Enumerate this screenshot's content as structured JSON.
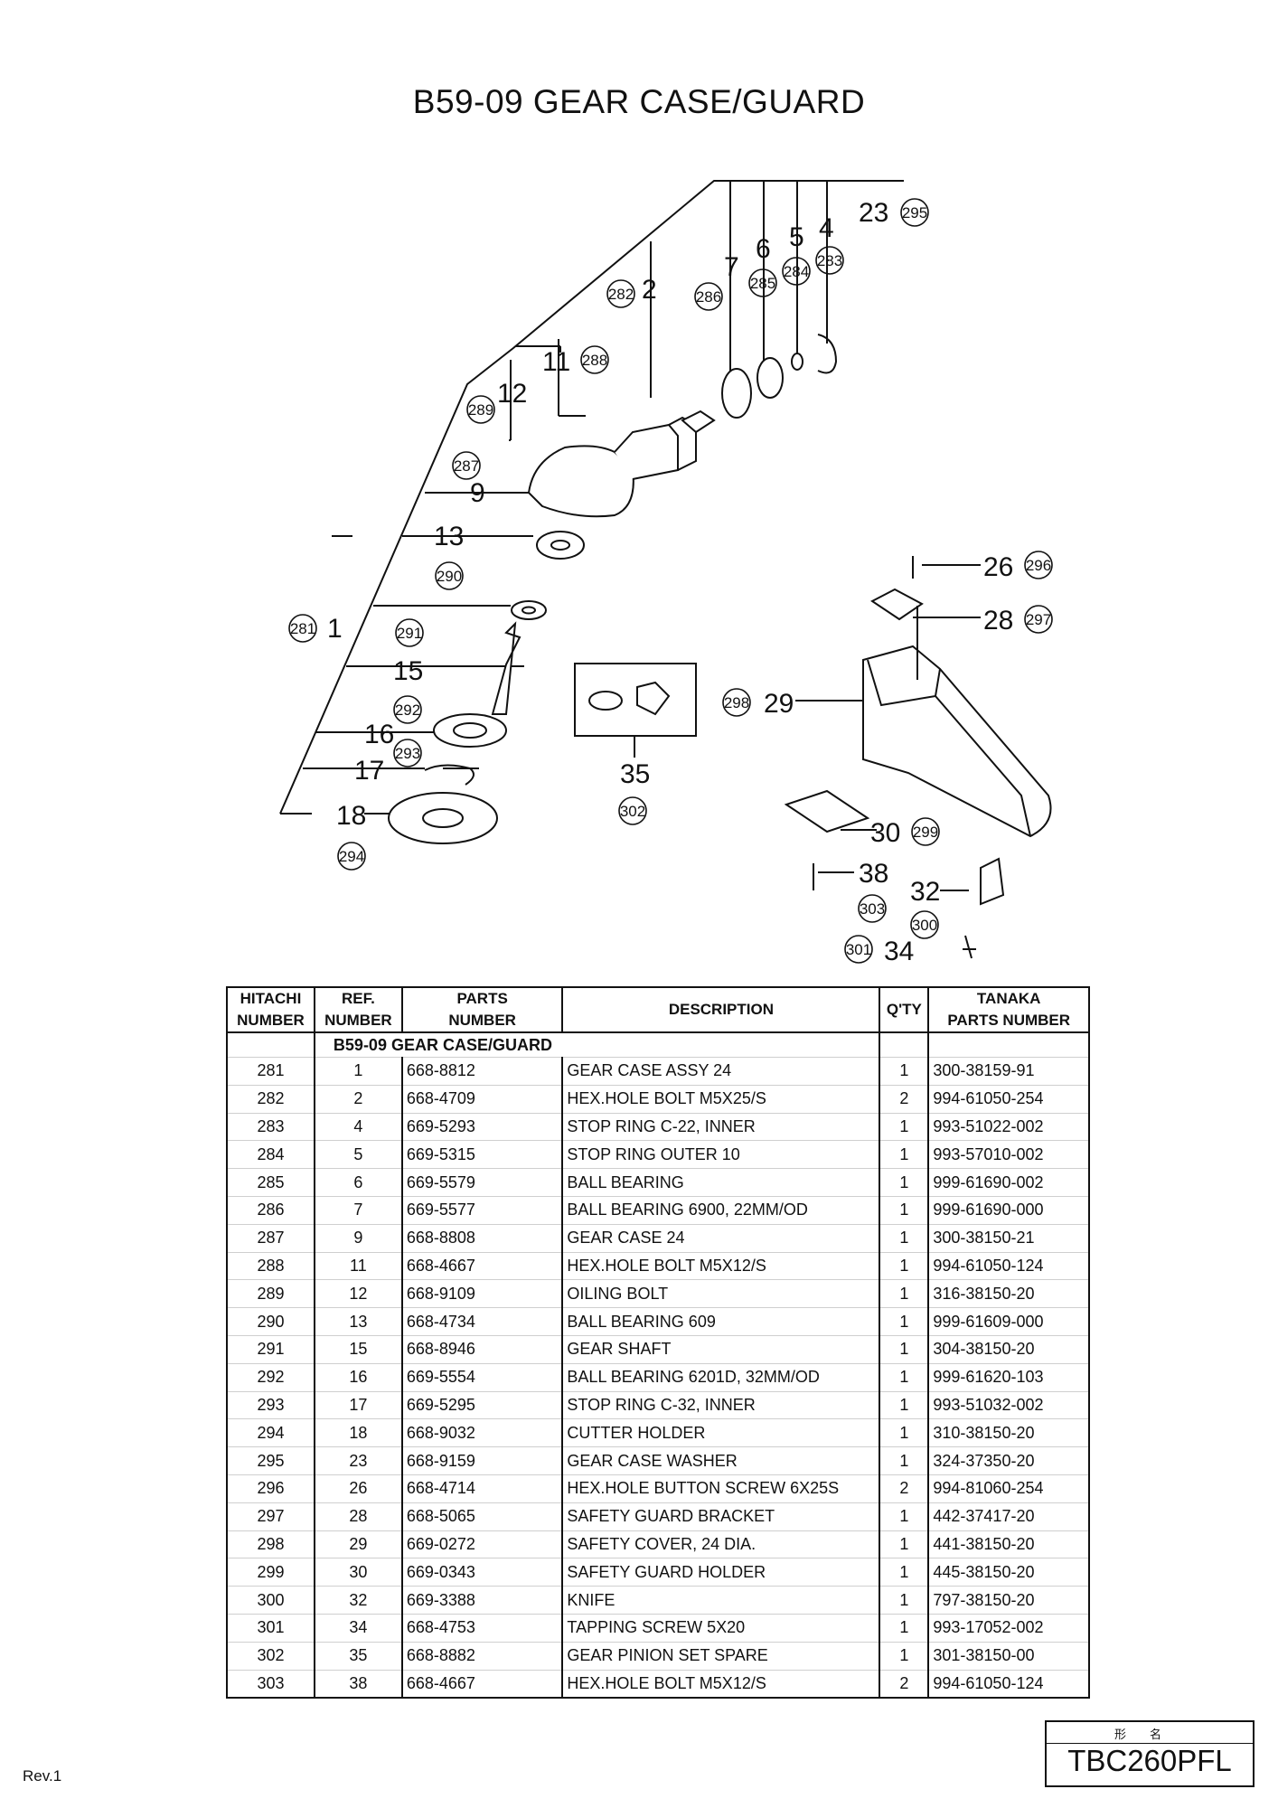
{
  "title": "B59-09 GEAR CASE/GUARD",
  "diagram": {
    "callouts": [
      "1",
      "2",
      "4",
      "5",
      "6",
      "7",
      "9",
      "11",
      "12",
      "13",
      "15",
      "16",
      "17",
      "18",
      "23",
      "26",
      "28",
      "29",
      "30",
      "32",
      "34",
      "35",
      "38"
    ],
    "circled": [
      "281",
      "282",
      "283",
      "284",
      "285",
      "286",
      "287",
      "288",
      "289",
      "290",
      "291",
      "292",
      "293",
      "294",
      "295",
      "296",
      "297",
      "298",
      "299",
      "300",
      "301",
      "302",
      "303"
    ]
  },
  "table": {
    "headers": {
      "hitachi": [
        "HITACHI",
        "NUMBER"
      ],
      "ref": [
        "REF.",
        "NUMBER"
      ],
      "parts": [
        "PARTS",
        "NUMBER"
      ],
      "description": "DESCRIPTION",
      "qty": "Q'TY",
      "tanaka": [
        "TANAKA",
        "PARTS NUMBER"
      ]
    },
    "section": "B59-09  GEAR CASE/GUARD",
    "rows": [
      [
        "281",
        "1",
        "668-8812",
        "GEAR CASE ASSY 24",
        "1",
        "300-38159-91"
      ],
      [
        "282",
        "2",
        "668-4709",
        "HEX.HOLE BOLT M5X25/S",
        "2",
        "994-61050-254"
      ],
      [
        "283",
        "4",
        "669-5293",
        "STOP RING C-22, INNER",
        "1",
        "993-51022-002"
      ],
      [
        "284",
        "5",
        "669-5315",
        "STOP RING OUTER 10",
        "1",
        "993-57010-002"
      ],
      [
        "285",
        "6",
        "669-5579",
        "BALL BEARING",
        "1",
        "999-61690-002"
      ],
      [
        "286",
        "7",
        "669-5577",
        "BALL BEARING 6900, 22MM/OD",
        "1",
        "999-61690-000"
      ],
      [
        "287",
        "9",
        "668-8808",
        "GEAR CASE 24",
        "1",
        "300-38150-21"
      ],
      [
        "288",
        "11",
        "668-4667",
        "HEX.HOLE BOLT M5X12/S",
        "1",
        "994-61050-124"
      ],
      [
        "289",
        "12",
        "668-9109",
        "OILING BOLT",
        "1",
        "316-38150-20"
      ],
      [
        "290",
        "13",
        "668-4734",
        "BALL BEARING 609",
        "1",
        "999-61609-000"
      ],
      [
        "291",
        "15",
        "668-8946",
        "GEAR SHAFT",
        "1",
        "304-38150-20"
      ],
      [
        "292",
        "16",
        "669-5554",
        "BALL BEARING 6201D, 32MM/OD",
        "1",
        "999-61620-103"
      ],
      [
        "293",
        "17",
        "669-5295",
        "STOP RING C-32, INNER",
        "1",
        "993-51032-002"
      ],
      [
        "294",
        "18",
        "668-9032",
        "CUTTER HOLDER",
        "1",
        "310-38150-20"
      ],
      [
        "295",
        "23",
        "668-9159",
        "GEAR CASE WASHER",
        "1",
        "324-37350-20"
      ],
      [
        "296",
        "26",
        "668-4714",
        "HEX.HOLE BUTTON SCREW 6X25S",
        "2",
        "994-81060-254"
      ],
      [
        "297",
        "28",
        "668-5065",
        "SAFETY GUARD BRACKET",
        "1",
        "442-37417-20"
      ],
      [
        "298",
        "29",
        "669-0272",
        "SAFETY COVER, 24 DIA.",
        "1",
        "441-38150-20"
      ],
      [
        "299",
        "30",
        "669-0343",
        "SAFETY GUARD HOLDER",
        "1",
        "445-38150-20"
      ],
      [
        "300",
        "32",
        "669-3388",
        "KNIFE",
        "1",
        "797-38150-20"
      ],
      [
        "301",
        "34",
        "668-4753",
        "TAPPING SCREW 5X20",
        "1",
        "993-17052-002"
      ],
      [
        "302",
        "35",
        "668-8882",
        "GEAR PINION SET SPARE",
        "1",
        "301-38150-00"
      ],
      [
        "303",
        "38",
        "668-4667",
        "HEX.HOLE BOLT M5X12/S",
        "2",
        "994-61050-124"
      ]
    ]
  },
  "footer": {
    "revision": "Rev.1",
    "model_label": "形名",
    "model": "TBC260PFL"
  }
}
